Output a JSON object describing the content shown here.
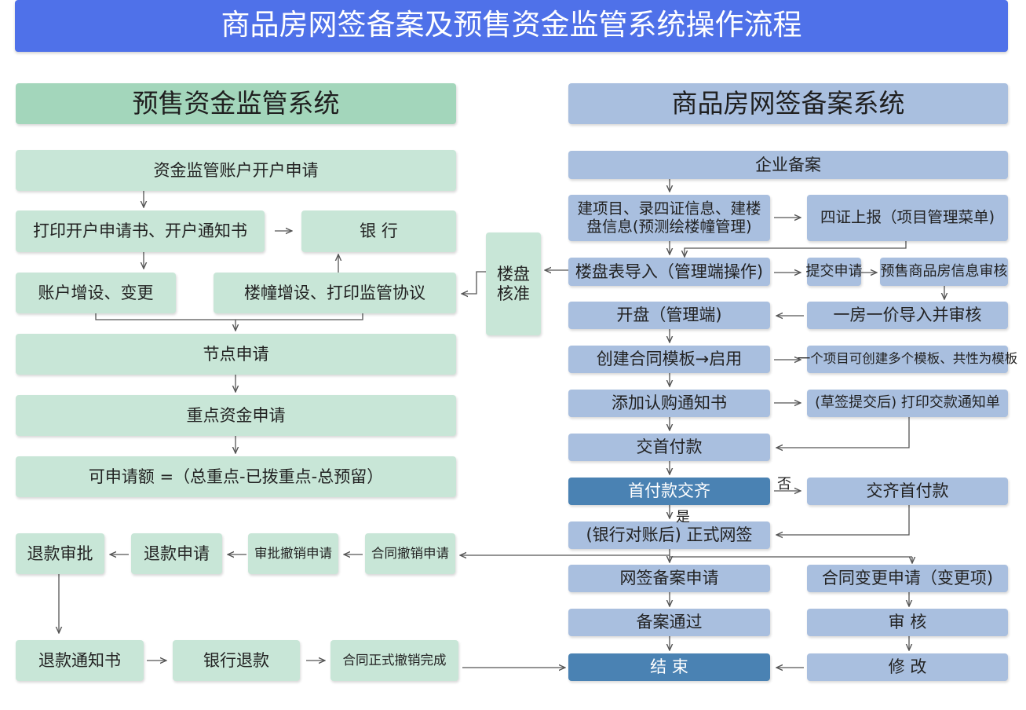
{
  "title": "商品房网签备案及预售资金监管系统操作流程",
  "left": {
    "header": "预售资金监管系统",
    "open_account": "资金监管账户开户申请",
    "print_notice": "打印开户申请书、开户通知书",
    "bank": "银  行",
    "account_change": "账户增设、变更",
    "building_add": "楼幢增设、打印监管协议",
    "node_apply": "节点申请",
    "key_fund_apply": "重点资金申请",
    "available_formula": "可申请额 =（总重点-已拨重点-总预留）",
    "refund_approve": "退款审批",
    "refund_apply": "退款申请",
    "approve_cancel": "审批撤销申请",
    "contract_cancel_apply": "合同撤销申请",
    "refund_notice": "退款通知书",
    "bank_refund": "银行退款",
    "contract_cancel_done": "合同正式撤销完成"
  },
  "middle": {
    "building_approval": "楼盘核准"
  },
  "right": {
    "header": "商品房网签备案系统",
    "enterprise_filing": "企业备案",
    "build_project": "建项目、录四证信息、建楼盘信息(预测绘楼幢管理)",
    "four_cert_report": "四证上报（项目管理菜单)",
    "building_import": "楼盘表导入（管理端操作)",
    "submit_apply": "提交申请",
    "presale_review": "预售商品房信息审核",
    "open_sale": "开盘（管理端)",
    "one_price": "一房一价导入并审核",
    "create_template": "创建合同模板→启用",
    "template_note": "一个项目可创建多个模板、共性为模板",
    "add_subscription": "添加认购通知书",
    "print_payment_notice": "(草签提交后) 打印交款通知单",
    "down_payment": "交首付款",
    "down_payment_check": "首付款交齐",
    "no_label": "否",
    "yes_label": "是",
    "pay_down_payment": "交齐首付款",
    "formal_sign": "(银行对账后) 正式网签",
    "filing_apply": "网签备案申请",
    "contract_change": "合同变更申请（变更项)",
    "filing_pass": "备案通过",
    "review": "审  核",
    "end": "结  束",
    "modify": "修  改"
  },
  "colors": {
    "banner": "#4f71e9",
    "green_header": "#a3d6bb",
    "green_box": "#c8e6d7",
    "blue_box": "#a9bfdf",
    "dark_blue_box": "#4a82b3"
  }
}
